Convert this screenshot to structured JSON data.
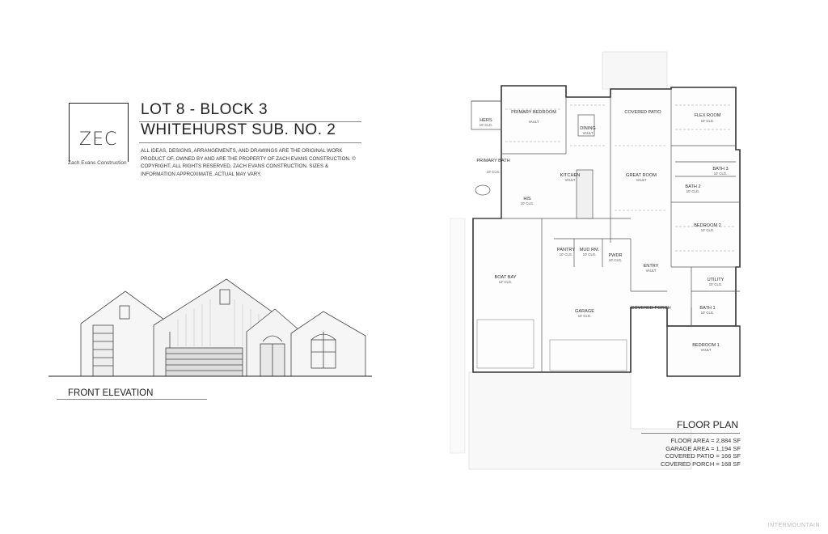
{
  "logo": {
    "mark": "ZEC",
    "company": "Zach Evans Construction"
  },
  "title": {
    "line1": "LOT 8 - BLOCK 3",
    "line2": "WHITEHURST SUB. NO. 2"
  },
  "disclaimer": "ALL IDEAS, DESIGNS, ARRANGEMENTS, AND DRAWINGS ARE THE ORIGINAL WORK PRODUCT OF, OWNED BY AND ARE THE PROPERTY OF ZACH EVANS CONSTRUCTION. © COPYRIGHT, ALL RIGHTS RESERVED, ZACH EVANS CONSTRUCTION. SIZES & INFORMATION APPROXIMATE. ACTUAL MAY VARY.",
  "elevation": {
    "label": "FRONT ELEVATION"
  },
  "floorplan": {
    "label": "FLOOR PLAN",
    "stats": [
      "FLOOR AREA = 2,884 SF",
      "GARAGE AREA = 1,194 SF",
      "COVERED PATIO = 166 SF",
      "COVERED PORCH = 168 SF"
    ],
    "rooms": {
      "hers": "HERS",
      "hers_sub": "10' CLG.",
      "primary_bedroom": "PRIMARY BEDROOM",
      "primary_bedroom_sub": "VAULT",
      "dining": "DINING",
      "dining_sub": "VAULT",
      "covered_patio": "COVERED PATIO",
      "flex_room": "FLEX ROOM",
      "flex_room_sub": "10' CLG.",
      "primary_bath": "PRIMARY BATH",
      "primary_bath_sub": "10' CLG.",
      "kitchen": "KITCHEN",
      "kitchen_sub": "VAULT",
      "great_room": "GREAT ROOM",
      "great_room_sub": "VAULT",
      "bath3": "BATH 3",
      "bath3_sub": "10' CLG.",
      "bath2": "BATH 2",
      "bath2_sub": "10' CLG.",
      "his": "HIS",
      "his_sub": "10' CLG.",
      "bedroom2": "BEDROOM 2",
      "bedroom2_sub": "10' CLG.",
      "pantry": "PANTRY",
      "pantry_sub": "10' CLG.",
      "mud_rm": "MUD RM.",
      "mud_rm_sub": "10' CLG.",
      "pwdr": "PWDR",
      "pwdr_sub": "10' CLG.",
      "boat_bay": "BOAT BAY",
      "boat_bay_sub": "12' CLG.",
      "entry": "ENTRY",
      "entry_sub": "VAULT",
      "utility": "UTILITY",
      "utility_sub": "10' CLG.",
      "garage": "GARAGE",
      "garage_sub": "10' CLG.",
      "covered_porch": "COVERED PORCH",
      "bath1": "BATH 1",
      "bath1_sub": "10' CLG.",
      "bedroom1": "BEDROOM 1",
      "bedroom1_sub": "VAULT"
    }
  },
  "watermark": "INTERMOUNTAIN"
}
